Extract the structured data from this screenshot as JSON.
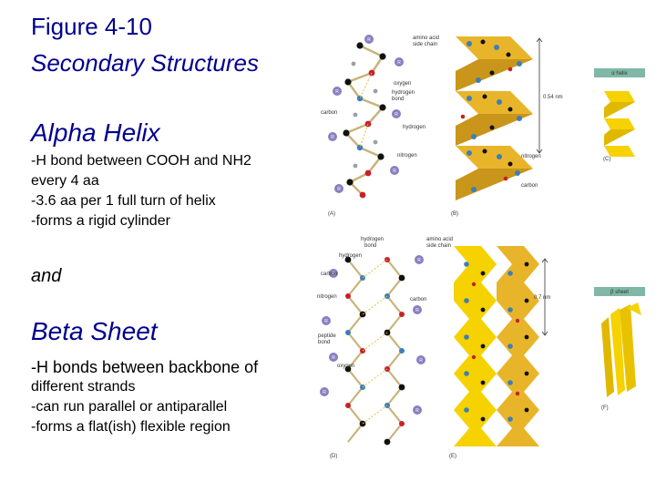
{
  "slide": {
    "title_line1": "Figure 4-10",
    "title_line2": "Secondary Structures",
    "alpha": {
      "heading": "Alpha Helix",
      "bullets": [
        "-H bond between COOH and NH2",
        "every 4 aa",
        "-3.6 aa per 1 full turn of helix",
        "-forms a rigid cylinder"
      ]
    },
    "connector": "and",
    "beta": {
      "heading": "Beta Sheet",
      "bullets": [
        "-H bonds between backbone of",
        "different strands",
        "-can run parallel or antiparallel",
        "-forms a flat(ish) flexible  region"
      ]
    }
  },
  "figure": {
    "alpha_labels": {
      "amino_acid_side_chain_1": "amino acid",
      "amino_acid_side_chain_2": "side chain",
      "oxygen": "oxygen",
      "hydrogen_bond_1": "hydrogen",
      "hydrogen_bond_2": "bond",
      "carbon": "carbon",
      "hydrogen": "hydrogen",
      "nitrogen": "nitrogen",
      "pitch": "0.54 nm",
      "nitrogen_b": "nitrogen",
      "carbon_b": "carbon",
      "panel_a": "(A)",
      "panel_b": "(B)",
      "panel_c": "(C)",
      "tag": "α helix"
    },
    "beta_labels": {
      "hydrogen_bond_1": "hydrogen",
      "hydrogen_bond_2": "bond",
      "amino_acid_side_chain_1": "amino acid",
      "amino_acid_side_chain_2": "side chain",
      "hydrogen": "hydrogen",
      "carbon": "carbon",
      "nitrogen": "nitrogen",
      "carbon_b": "carbon",
      "peptide_bond_1": "peptide",
      "peptide_bond_2": "bond",
      "oxygen": "oxygen",
      "spacing": "0.7 nm",
      "panel_d": "(D)",
      "panel_e": "(E)",
      "panel_f": "(F)",
      "tag": "β sheet"
    },
    "residue_label": "R",
    "colors": {
      "title_blue": "#00008f",
      "ribbon_gold": "#e8b52a",
      "ribbon_yellow": "#f5d200",
      "side_chain_purple": "#8b7fc0",
      "atom_black": "#111111",
      "atom_red": "#c8202a",
      "atom_blue": "#3c7fb8",
      "atom_grey": "#9aa0a6",
      "tag_green": "#7fb8a6"
    }
  }
}
